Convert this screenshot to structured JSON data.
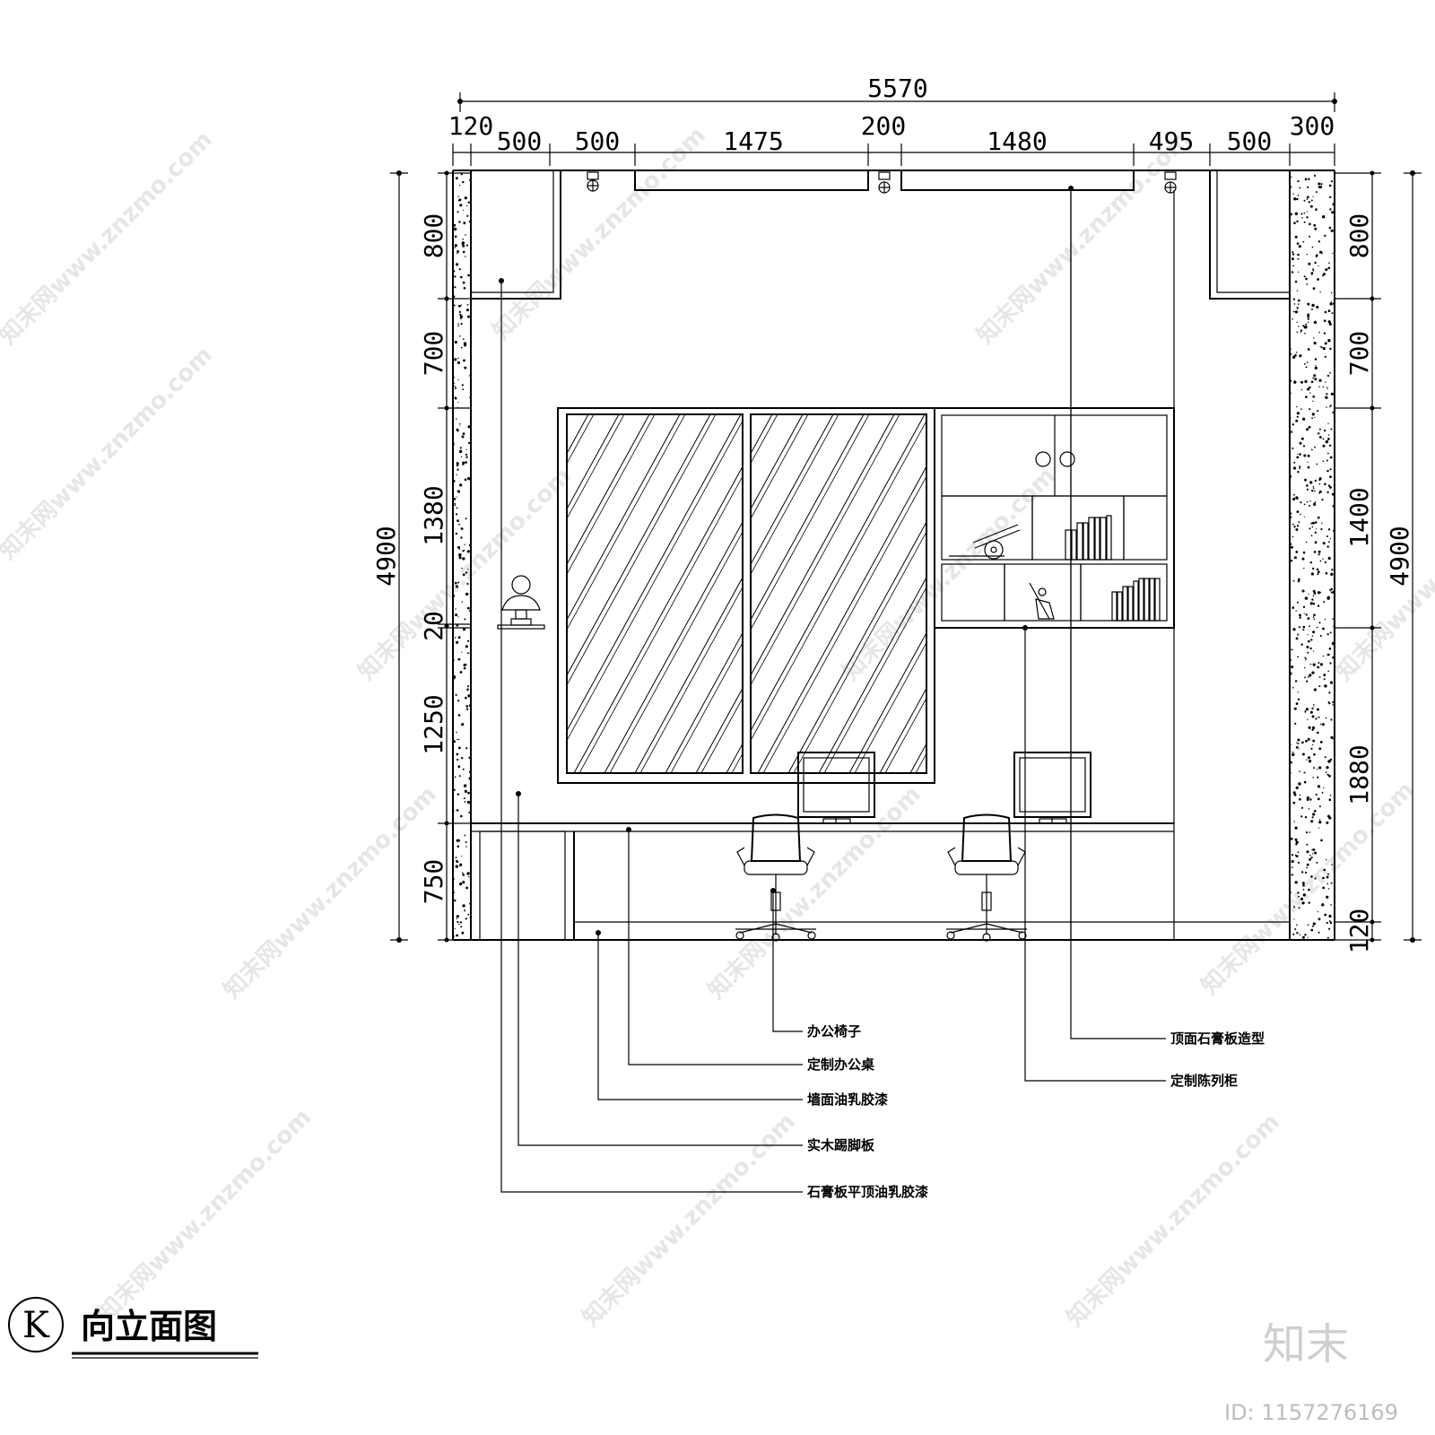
{
  "dimensions": {
    "total_width": "5570",
    "top": [
      "120",
      "500",
      "500",
      "1475",
      "200",
      "1480",
      "495",
      "500",
      "300"
    ],
    "left_total": "4900",
    "left": [
      "800",
      "700",
      "1380",
      "20",
      "1250",
      "750"
    ],
    "right_total": "4900",
    "right": [
      "800",
      "700",
      "1400",
      "1880",
      "120"
    ]
  },
  "labels": {
    "office_chair": "办公椅子",
    "custom_desk": "定制办公桌",
    "wall_paint": "墙面油乳胶漆",
    "wood_skirting": "实木踢脚板",
    "gypsum_ceiling": "石膏板平顶油乳胶漆",
    "ceiling_feature": "顶面石膏板造型",
    "display_cabinet": "定制陈列柜"
  },
  "title": {
    "letter": "K",
    "text": "向立面图"
  },
  "watermark": {
    "text": "知末网www.znzmo.com",
    "brand": "知末",
    "id": "ID: 1157276169"
  }
}
